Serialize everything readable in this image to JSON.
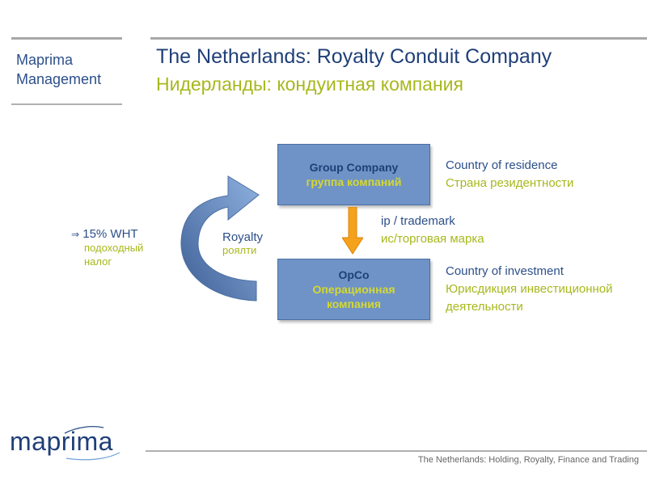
{
  "header": {
    "company_line1": "Maprima",
    "company_line2": "Management",
    "title_en": "The Netherlands: Royalty Conduit Company",
    "title_ru": "Нидерланды: кондуитная компания"
  },
  "diagram": {
    "group_company": {
      "en": "Group Company",
      "ru": "группа компаний"
    },
    "opco": {
      "en": "OpCo",
      "ru_line1": "Операционная",
      "ru_line2": "компания"
    },
    "residence": {
      "en": "Country of residence",
      "ru": "Страна резидентности"
    },
    "investment": {
      "en": "Country of investment",
      "ru_line1": "Юрисдикция инвестиционной",
      "ru_line2": "деятельности"
    },
    "ip": {
      "en": "ip / trademark",
      "ru": "ис/торговая марка"
    },
    "royalty": {
      "en": "Royalty",
      "ru": "роялти"
    },
    "wht": {
      "arrow": "⇒",
      "en": "15% WHT",
      "ru_line1": "подоходный",
      "ru_line2": "налог"
    }
  },
  "footer": {
    "logo_text": "maprima",
    "text": "The Netherlands: Holding, Royalty, Finance  and Trading"
  },
  "colors": {
    "navy": "#1f3f78",
    "olive": "#a7b81c",
    "box_blue": "#6f93c6",
    "arrow_orange": "#f5a11c"
  }
}
